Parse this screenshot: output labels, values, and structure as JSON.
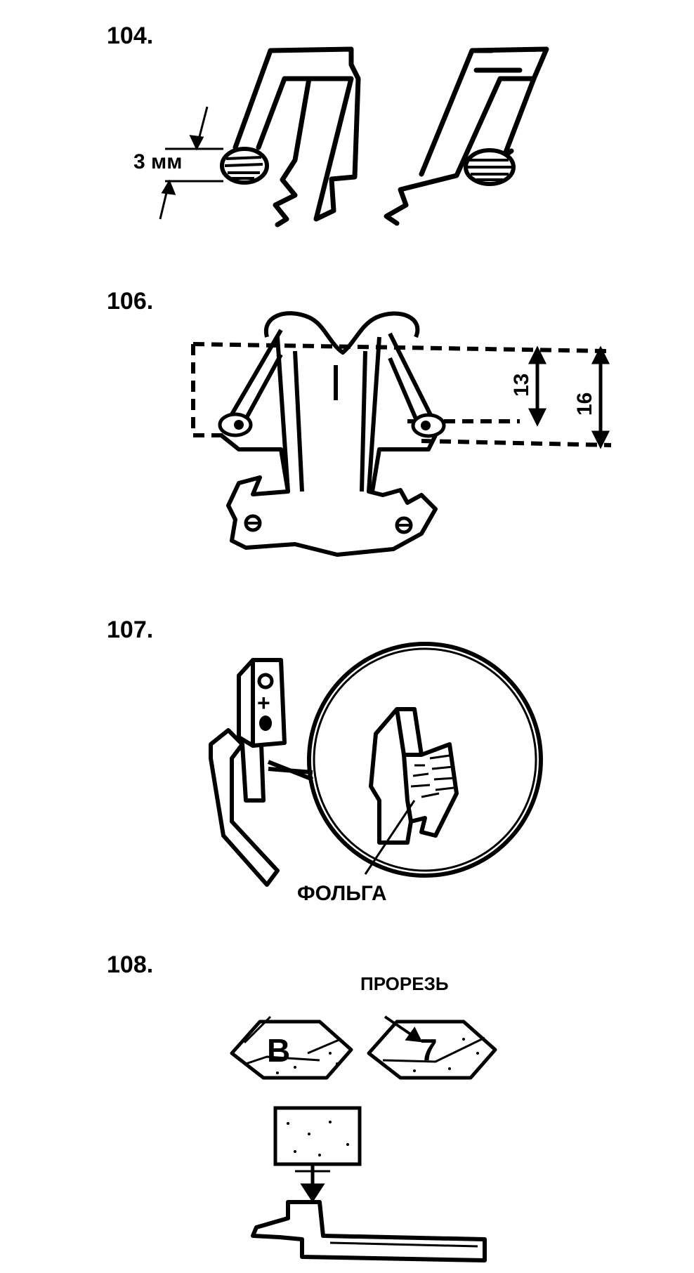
{
  "figures": [
    {
      "number": "104.",
      "labels": {
        "dimension": "3 мм"
      }
    },
    {
      "number": "106.",
      "labels": {
        "dim_inner": "13",
        "dim_outer": "16"
      }
    },
    {
      "number": "107.",
      "labels": {
        "polarity": "+",
        "foil": "ФОЛЬГА"
      }
    },
    {
      "number": "108.",
      "labels": {
        "slot": "ПРОРЕЗЬ",
        "mark_left": "B",
        "mark_right": "7"
      }
    }
  ]
}
